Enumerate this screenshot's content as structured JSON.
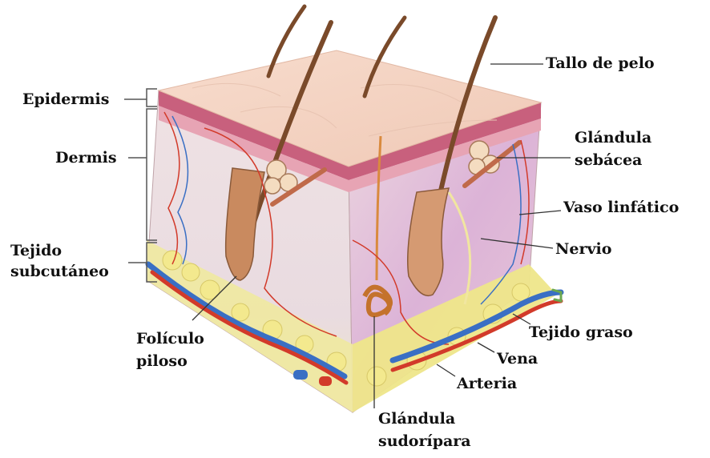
{
  "diagram": {
    "labels": {
      "tallo_de_pelo": "Tallo de pelo",
      "epidermis": "Epidermis",
      "dermis": "Dermis",
      "tejido_subcutaneo_1": "Tejido",
      "tejido_subcutaneo_2": "subcutáneo",
      "glandula_sebacea_1": "Glándula",
      "glandula_sebacea_2": "sebácea",
      "vaso_linfatico": "Vaso linfático",
      "nervio": "Nervio",
      "foliculo_piloso_1": "Folículo",
      "foliculo_piloso_2": "piloso",
      "tejido_graso": "Tejido graso",
      "vena": "Vena",
      "arteria": "Arteria",
      "glandula_sudoripara_1": "Glándula",
      "glandula_sudoripara_2": "sudorípara"
    },
    "colors": {
      "skin_surface": "#f3d3c3",
      "epidermis_band": "#c7617e",
      "dermis_front": "#eee3e6",
      "dermis_side": "#e6bfe0",
      "fat": "#eeea9a",
      "hair": "#7a4a2a",
      "artery": "#d23a2a",
      "vein": "#3a6fc4",
      "gland": "#d98a3e"
    }
  }
}
